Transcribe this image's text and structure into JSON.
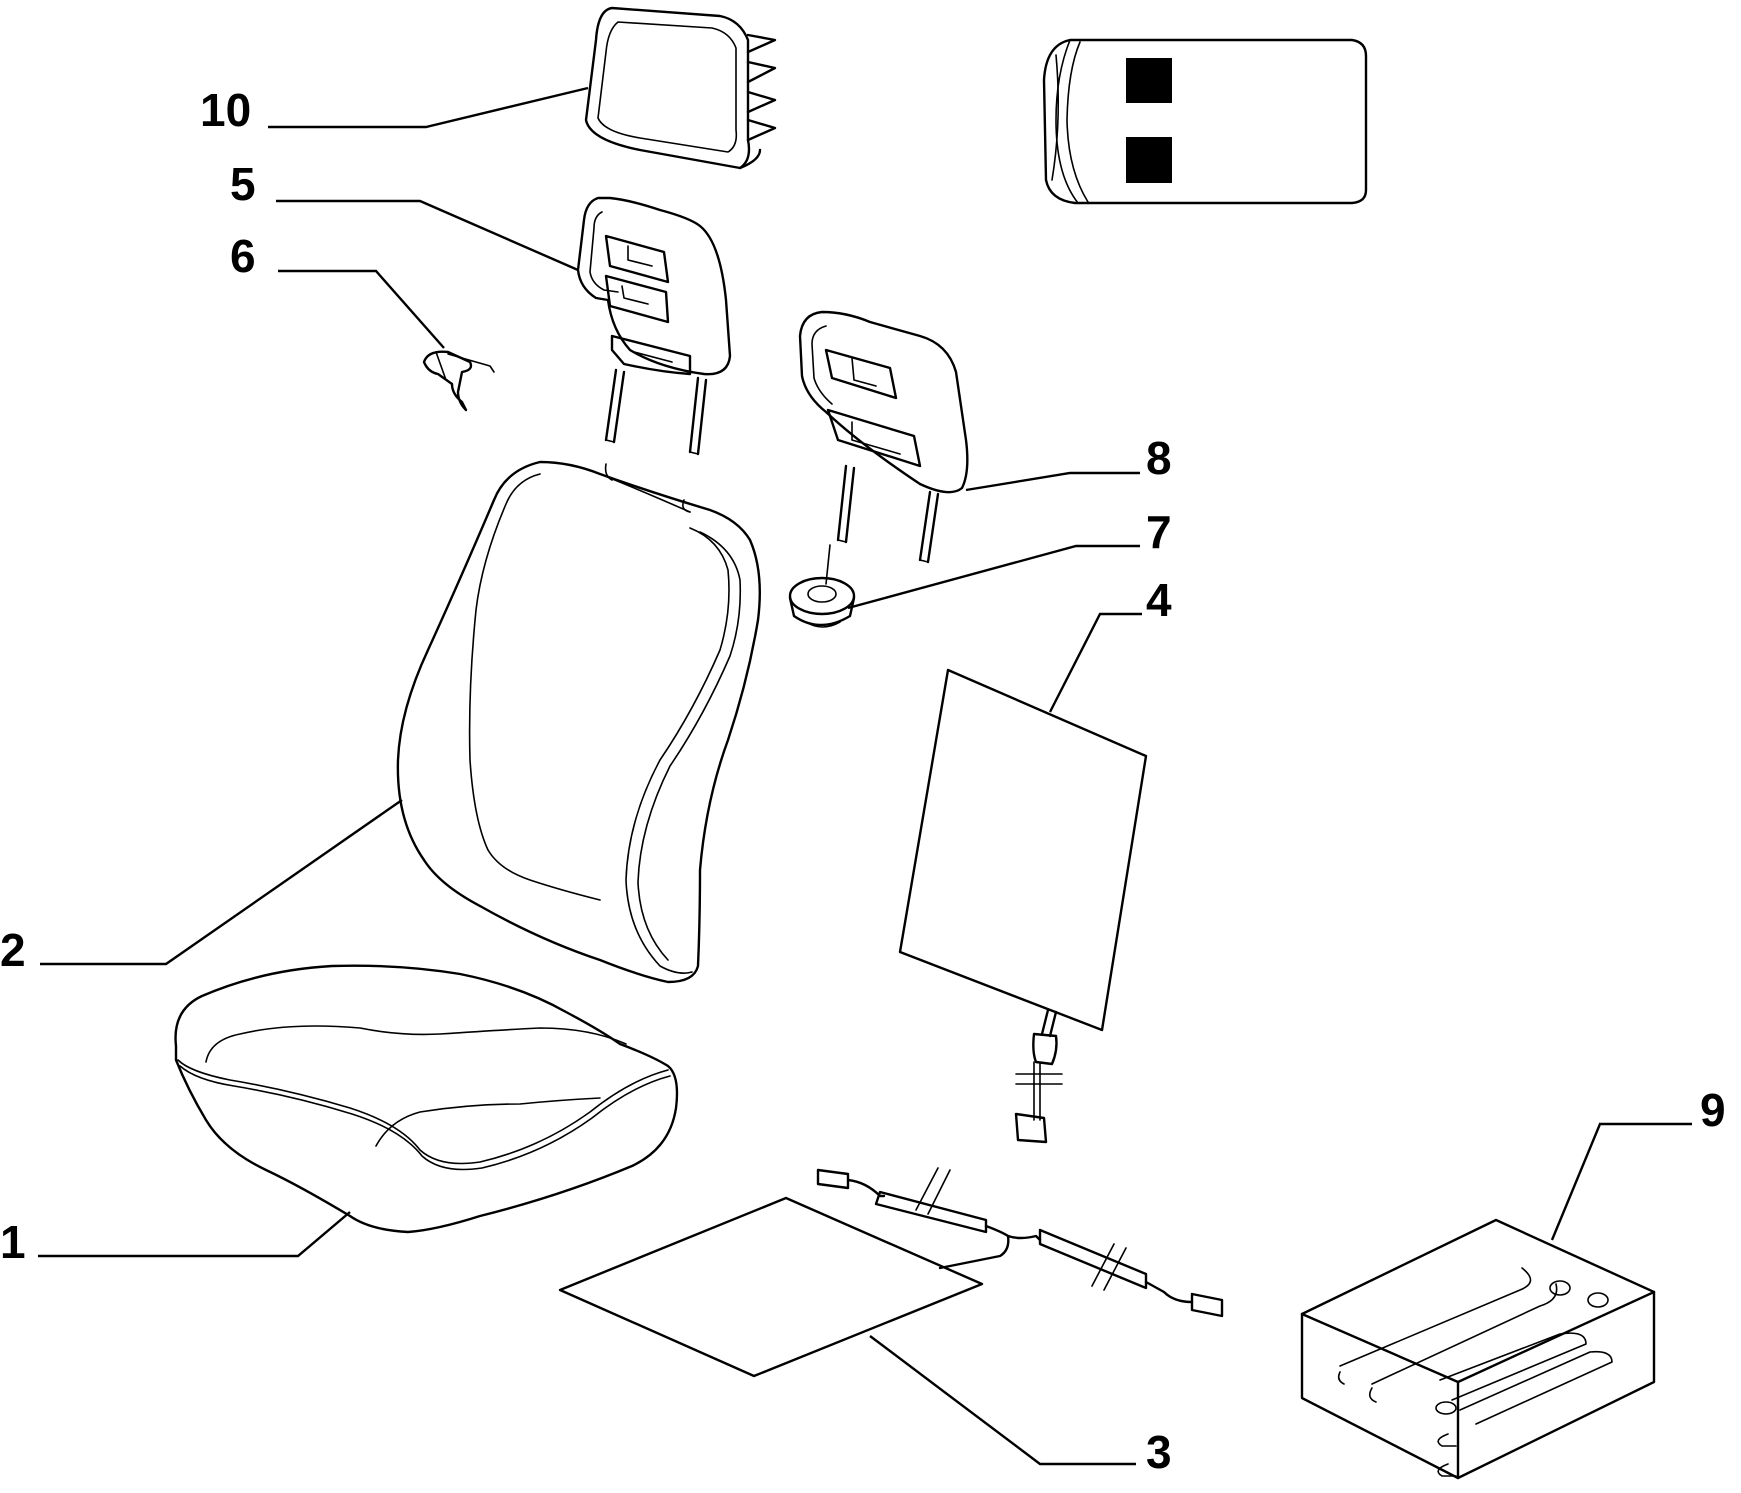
{
  "callouts": [
    {
      "id": "1",
      "label": "1"
    },
    {
      "id": "2",
      "label": "2"
    },
    {
      "id": "3",
      "label": "3"
    },
    {
      "id": "4",
      "label": "4"
    },
    {
      "id": "5",
      "label": "5"
    },
    {
      "id": "6",
      "label": "6"
    },
    {
      "id": "7",
      "label": "7"
    },
    {
      "id": "8",
      "label": "8"
    },
    {
      "id": "9",
      "label": "9"
    },
    {
      "id": "10",
      "label": "10"
    }
  ],
  "parts": {
    "seat_cushion": "1",
    "seat_backrest": "2",
    "cushion_heating_pad": "3",
    "backrest_heating_pad": "4",
    "headrest": "5",
    "clip": "6",
    "headrest_guide_bushing": "7",
    "headrest_adjustable": "8",
    "wiring_box": "9",
    "headrest_cover": "10"
  }
}
